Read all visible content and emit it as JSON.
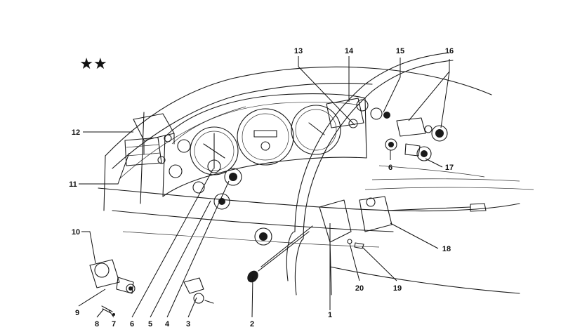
{
  "diagram": {
    "marker": "★★",
    "callouts": [
      {
        "id": "c1",
        "label": "1"
      },
      {
        "id": "c2",
        "label": "2"
      },
      {
        "id": "c3",
        "label": "3"
      },
      {
        "id": "c4",
        "label": "4"
      },
      {
        "id": "c5",
        "label": "5"
      },
      {
        "id": "c6a",
        "label": "6"
      },
      {
        "id": "c6b",
        "label": "6"
      },
      {
        "id": "c7",
        "label": "7"
      },
      {
        "id": "c8",
        "label": "8"
      },
      {
        "id": "c9",
        "label": "9"
      },
      {
        "id": "c10",
        "label": "10"
      },
      {
        "id": "c11",
        "label": "11"
      },
      {
        "id": "c12",
        "label": "12"
      },
      {
        "id": "c13",
        "label": "13"
      },
      {
        "id": "c14",
        "label": "14"
      },
      {
        "id": "c15",
        "label": "15"
      },
      {
        "id": "c16",
        "label": "16"
      },
      {
        "id": "c17",
        "label": "17"
      },
      {
        "id": "c18",
        "label": "18"
      },
      {
        "id": "c19",
        "label": "19"
      },
      {
        "id": "c20",
        "label": "20"
      }
    ]
  }
}
